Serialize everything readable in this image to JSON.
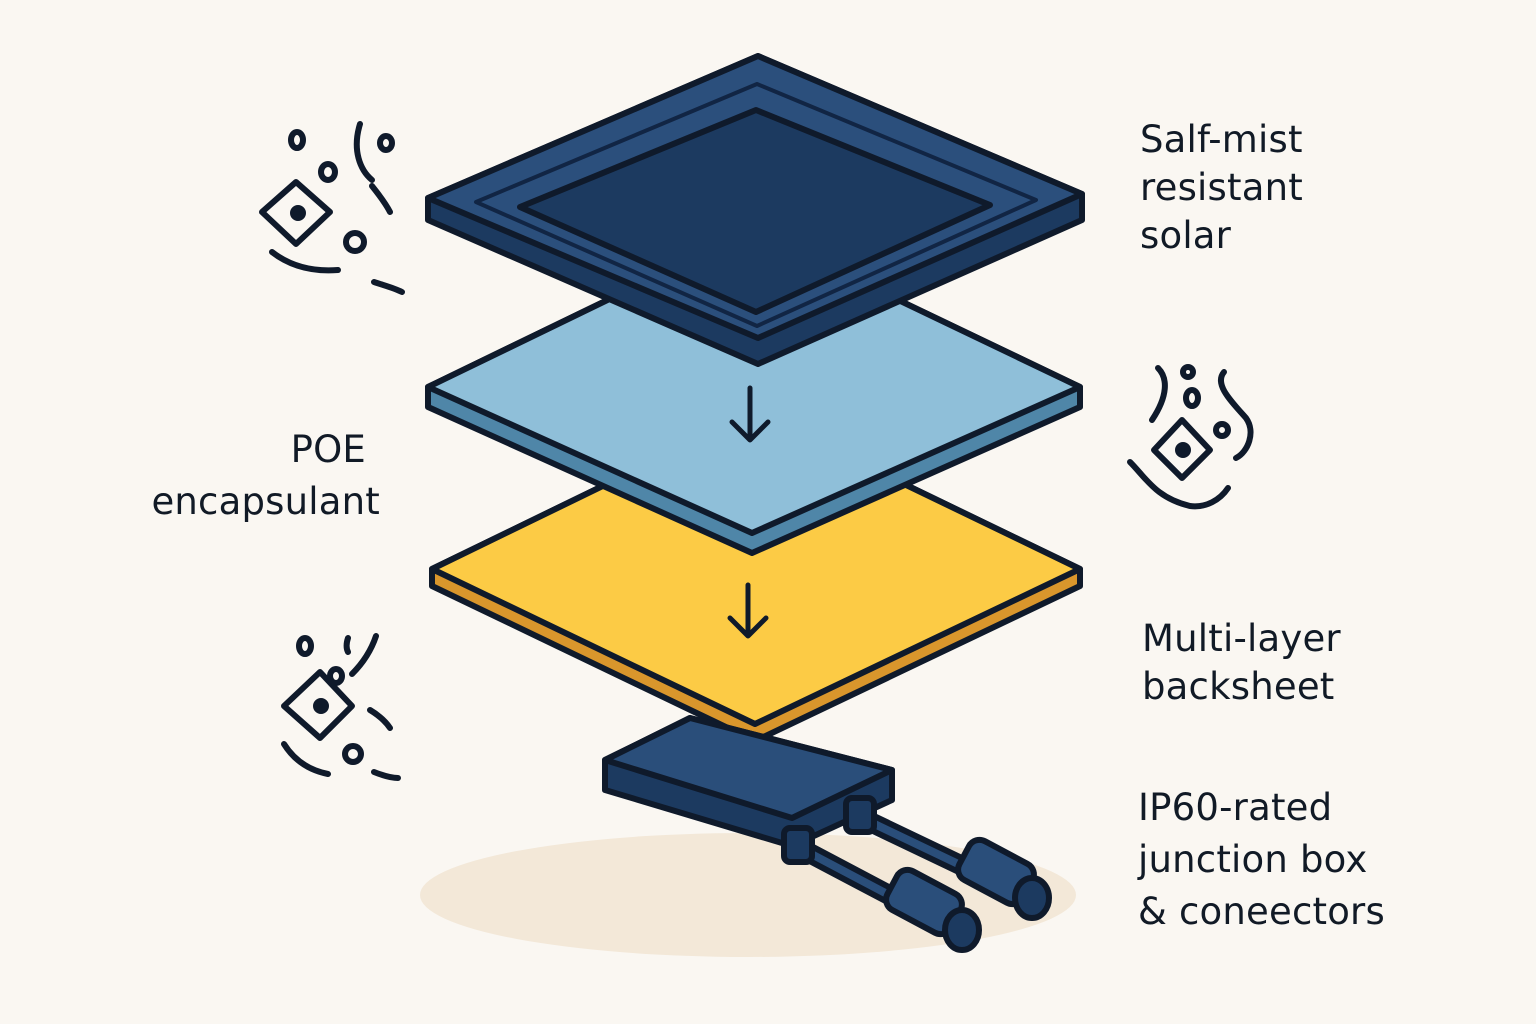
{
  "labels": {
    "solar": {
      "lines": [
        "Salf-mist",
        "resistant",
        "solar"
      ]
    },
    "encapsulant": {
      "lines": [
        "POE",
        "encapsulant"
      ]
    },
    "backsheet": {
      "lines": [
        "Multi-layer",
        "backsheet"
      ]
    },
    "junction": {
      "lines": [
        "IP60-rated",
        "junction box",
        "& coneectors"
      ]
    }
  },
  "icons": {
    "frame": "solar-frame-icon",
    "encapsulant": "encapsulant-layer-icon",
    "backsheet": "backsheet-layer-icon",
    "junction": "junction-box-icon",
    "mist": "salt-mist-particles-icon",
    "arrow": "arrow-down-icon"
  },
  "colors": {
    "background": "#faf7f2",
    "outline": "#0f1a2b",
    "frame": "#2b4f7c",
    "frame_dark": "#1c3a60",
    "encapsulant": "#8fbfd9",
    "encapsulant_edge": "#4f86a8",
    "backsheet": "#fccb45",
    "backsheet_edge": "#d9962c",
    "junction": "#2a4e7a",
    "shadow": "#f3e8d8"
  }
}
